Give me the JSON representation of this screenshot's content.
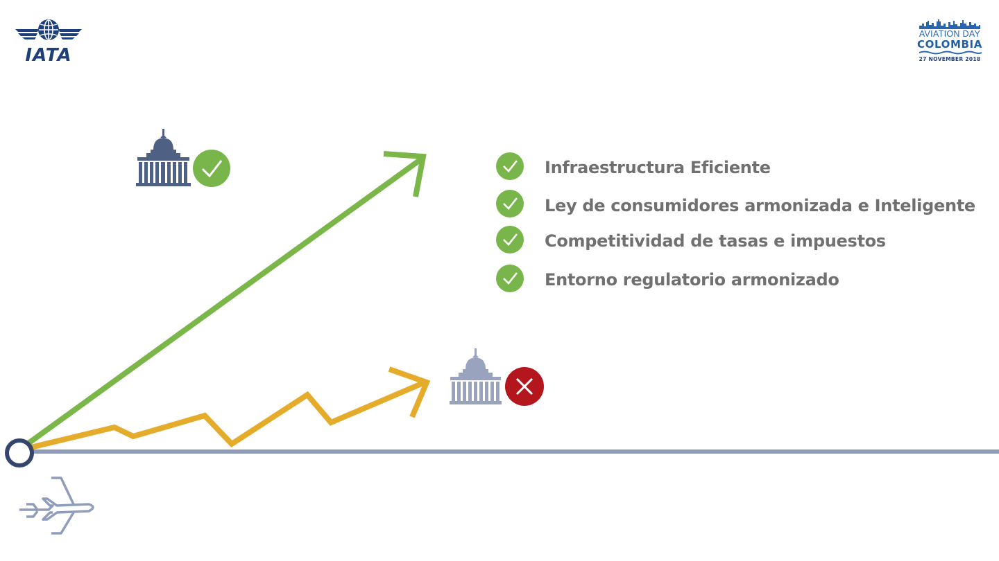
{
  "logos": {
    "iata": {
      "wordmark": "IATA"
    },
    "aviation_day": {
      "line1": "AVIATION DAY",
      "line2": "COLOMBIA",
      "line3": "27 NOVEMBER 2018"
    }
  },
  "icons": {
    "government": "capitol-building-icon",
    "approved": "check-circle-icon",
    "rejected": "x-circle-icon",
    "airplane": "airplane-icon"
  },
  "checklist": {
    "items": [
      {
        "label": "Infraestructura Eficiente"
      },
      {
        "label": "Ley de consumidores armonizada e Inteligente"
      },
      {
        "label": "Competitividad de tasas e impuestos"
      },
      {
        "label": "Entorno regulatorio armonizado"
      }
    ]
  },
  "colors": {
    "green_arrow": "#7ab648",
    "yellow_arrow": "#e5ac2b",
    "baseline": "#8f9cba",
    "check_green": "#78b54a",
    "reject_red": "#b3171d",
    "capitol_dark": "#4f6085",
    "capitol_light": "#9aa3bd",
    "text_gray": "#707070",
    "iata_blue": "#1d3f7a"
  }
}
